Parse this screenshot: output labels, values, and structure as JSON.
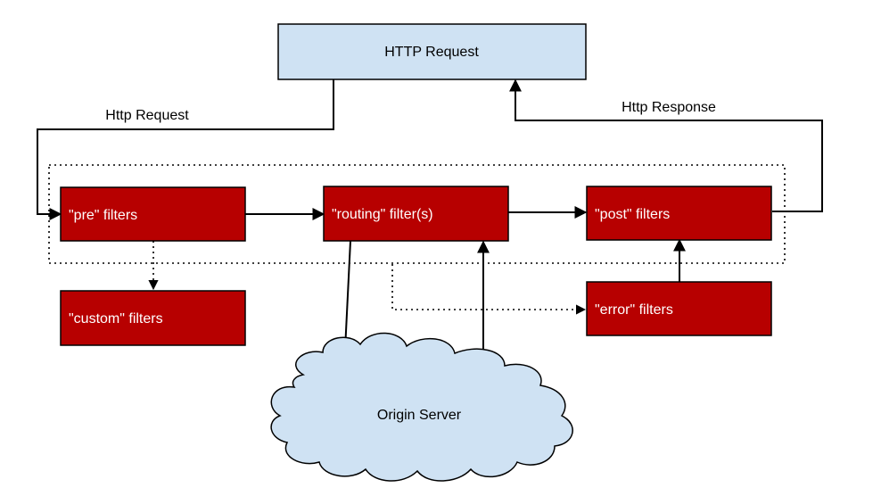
{
  "nodes": {
    "http_request_box": "HTTP Request",
    "pre_filters": "\"pre\" filters",
    "routing_filters": "\"routing\" filter(s)",
    "post_filters": "\"post\" filters",
    "custom_filters": "\"custom\" filters",
    "error_filters": "\"error\" filters",
    "origin_server": "Origin Server"
  },
  "edges": {
    "http_request_label": "Http Request",
    "http_response_label": "Http Response"
  },
  "colors": {
    "filter_fill": "#b70000",
    "request_fill": "#cfe2f3",
    "cloud_fill": "#cfe2f3"
  }
}
